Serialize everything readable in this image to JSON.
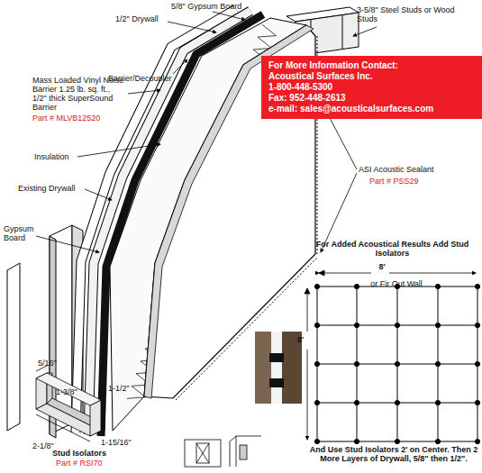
{
  "diagram": {
    "nodes": [
      {
        "text": [
          "For More Information Contact:",
          "Acoustical Surfaces Inc.",
          "1-800-448-5300",
          "Fax: 952-448-2613",
          "e-mail: sales@acousticalsurfaces.com"
        ]
      }
    ],
    "labels": [
      "5/8\" Gypsum Board",
      "1/2\" Drywall",
      "3-5/8\" Steel Studs or Wood Studs",
      "Barrier/Decoupler",
      "Mass Loaded Vinyl Noise Barrier 1.25 lb. sq. ft., 1/2\" thick SuperSound Barrier",
      "Part # MLVB12520",
      "Insulation",
      "Existing Drywall",
      "Gypsum Board",
      "ASI Acoustic Sealant",
      "Part # PSS29",
      "For Added Acoustical Results Add Stud Isolators",
      "8'",
      "or Fir Out Wall",
      "8'",
      "And Use Stud Isolators 2' on Center. Then 2 More Layers of Drywall, 5/8\" then 1/2\".",
      "5/16\"",
      "1-1/2\"",
      "1-3/8\"",
      "2-1/8\"",
      "1-15/16\"",
      "Stud Isolators",
      "Part # RSI70"
    ]
  }
}
